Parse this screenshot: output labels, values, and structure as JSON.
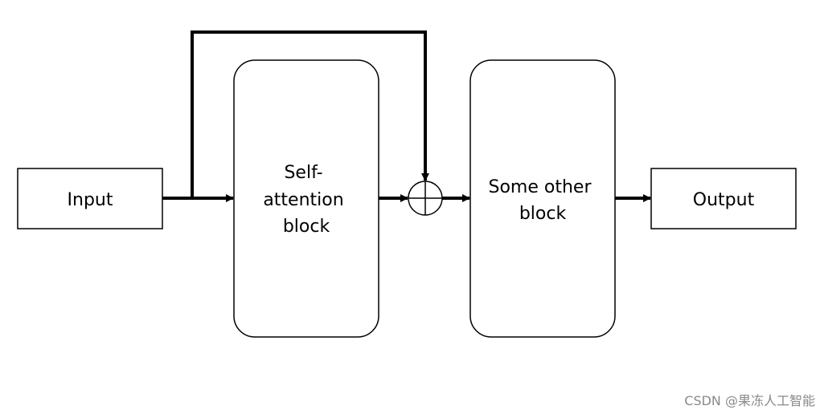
{
  "diagram": {
    "nodes": {
      "input": {
        "label": "Input"
      },
      "self_attention": {
        "lines": [
          "Self-",
          "attention",
          "block"
        ]
      },
      "other_block": {
        "lines": [
          "Some other",
          "block"
        ]
      },
      "output": {
        "label": "Output"
      }
    },
    "operator": {
      "symbol": "circled-plus"
    },
    "colors": {
      "stroke": "#000000",
      "fill": "#ffffff"
    }
  },
  "watermark": "CSDN @果冻人工智能"
}
